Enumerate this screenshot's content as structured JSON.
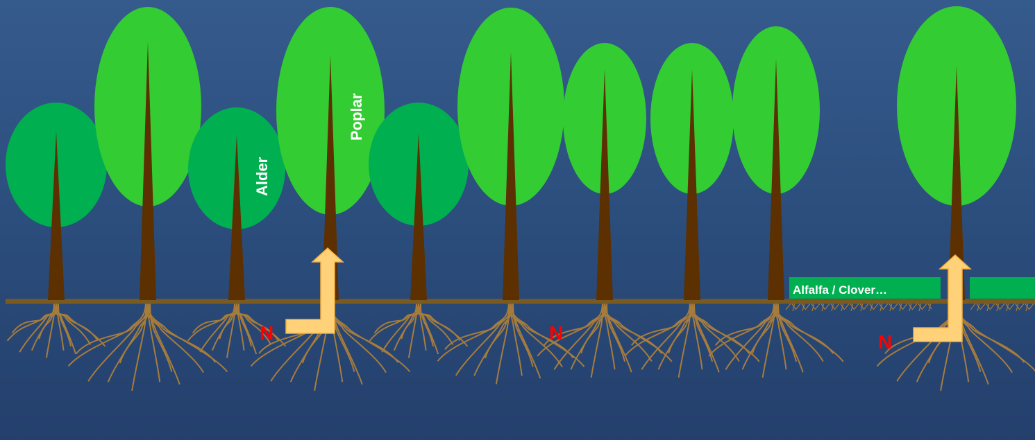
{
  "labels": {
    "alder": "Alder",
    "poplar": "Poplar",
    "alfalfa_clover": "Alfalfa / Clover…"
  },
  "nitrogen": {
    "symbol": "N"
  },
  "colors": {
    "background": "#2c4f7e",
    "canopy_light": "#33cc33",
    "canopy_dark": "#00b050",
    "trunk": "#5c3000",
    "soil_line": "#7a5a1e",
    "roots": "#a67c3d",
    "nitrogen_text": "#ff0000",
    "arrow_fill": "#ffd27a",
    "arrow_stroke": "#f2b040",
    "cover_crop": "#00b050"
  }
}
